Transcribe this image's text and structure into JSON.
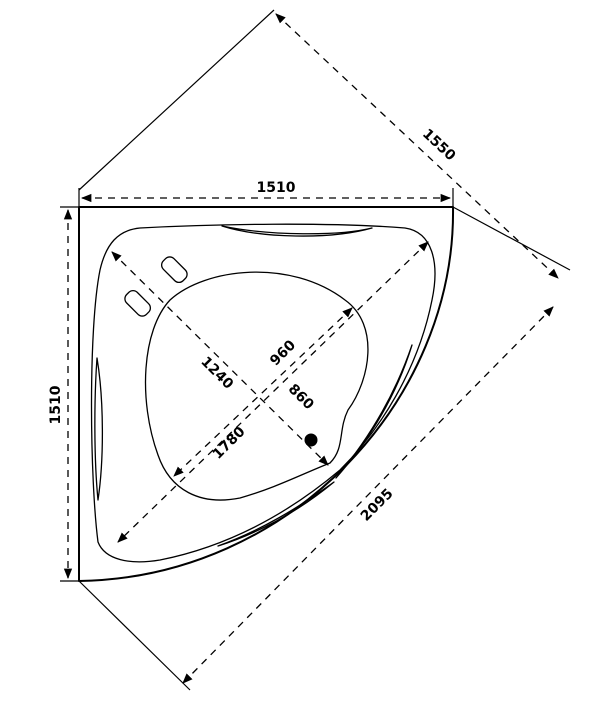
{
  "dimensions": {
    "top_width": "1510",
    "left_height": "1510",
    "diagonal_outer": "1550",
    "diagonal_inner": "2095",
    "basin_width": "960",
    "basin_height": "1240",
    "basin_diag_short": "860",
    "basin_diag_long": "1780"
  },
  "colors": {
    "line": "#000000",
    "background": "#ffffff"
  },
  "icons": {
    "drain": "drain-dot",
    "headrest": "headrest-pad"
  }
}
